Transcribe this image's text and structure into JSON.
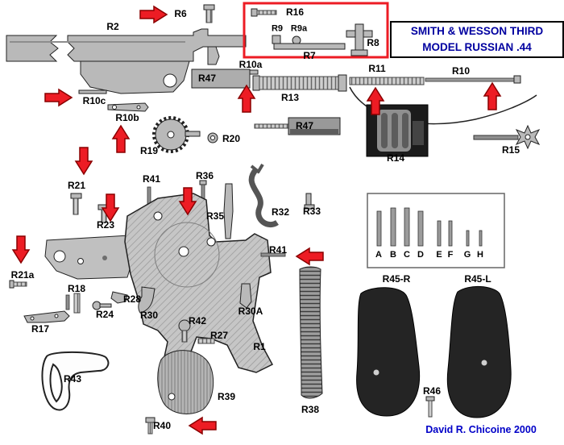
{
  "title_box": {
    "line1": "SMITH & WESSON THIRD",
    "line2": "MODEL RUSSIAN .44"
  },
  "credit": "David R. Chicoine 2000",
  "colors": {
    "arrow_red": "#ed1c24",
    "title_navy": "#0000a0",
    "credit_blue": "#0000c8",
    "part_gray": "#b9b9b9",
    "grip_black": "#242424"
  },
  "size_chart": {
    "letters": [
      "A",
      "B",
      "C",
      "D",
      "E",
      "F",
      "G",
      "H"
    ]
  },
  "labels": {
    "r1": "R1",
    "r2": "R2",
    "r6": "R6",
    "r7": "R7",
    "r8": "R8",
    "r9": "R9",
    "r9a": "R9a",
    "r10": "R10",
    "r10a": "R10a",
    "r10b": "R10b",
    "r10c": "R10c",
    "r11": "R11",
    "r13": "R13",
    "r14": "R14",
    "r15": "R15",
    "r16": "R16",
    "r17": "R17",
    "r18": "R18",
    "r19": "R19",
    "r20": "R20",
    "r21": "R21",
    "r21a": "R21a",
    "r23": "R23",
    "r24": "R24",
    "r27": "R27",
    "r28": "R28",
    "r30": "R30",
    "r30a": "R30A",
    "r32": "R32",
    "r33": "R33",
    "r35": "R35",
    "r36": "R36",
    "r38": "R38",
    "r39": "R39",
    "r40": "R40",
    "r41": "R41",
    "r42": "R42",
    "r43": "R43",
    "r45r": "R45-R",
    "r45l": "R45-L",
    "r46": "R46",
    "r47": "R47"
  }
}
